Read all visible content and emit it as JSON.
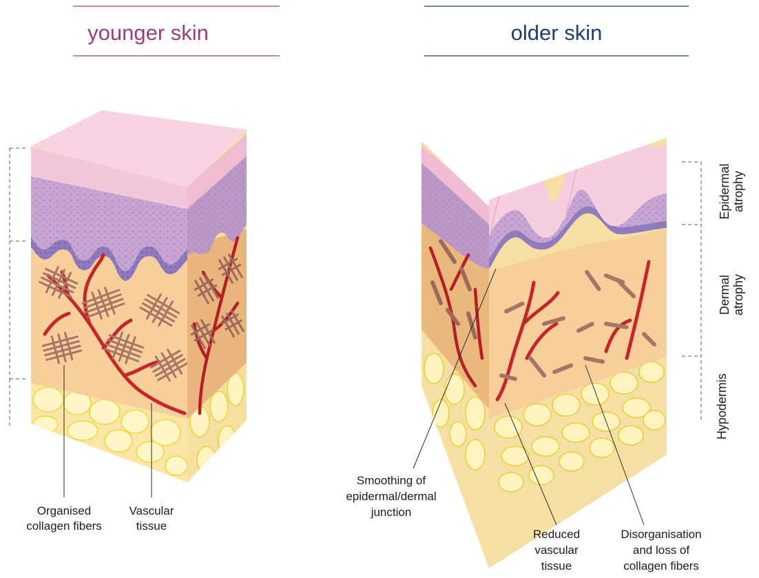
{
  "panels": {
    "younger": {
      "title": "younger skin",
      "color": "#9b3d83"
    },
    "older": {
      "title": "older skin",
      "color": "#1d3f6e"
    }
  },
  "labels": {
    "organised_collagen": [
      "Organised",
      "collagen fibers"
    ],
    "vascular_tissue": [
      "Vascular",
      "tissue"
    ],
    "smoothing_junction": [
      "Smoothing of",
      "epidermal/dermal",
      "junction"
    ],
    "reduced_vascular": [
      "Reduced",
      "vascular",
      "tissue"
    ],
    "disorganisation": [
      "Disorganisation",
      "and loss of",
      "collagen fibers"
    ]
  },
  "side_labels": {
    "epidermal_atrophy": [
      "Epidermal",
      "atrophy"
    ],
    "dermal_atrophy": [
      "Dermal",
      "atrophy"
    ],
    "hypodermis": [
      "Hypodermis"
    ]
  },
  "colors": {
    "epidermis_top": "#f7cde0",
    "epidermis_layer": "#c8a6d3",
    "basal_layer": "#9a85c2",
    "dermis": "#f6cf9a",
    "dermis_side": "#e9b57c",
    "fat": "#fbe6a8",
    "fat_cell": "#fff5c4",
    "fat_outline": "#f1dc3c",
    "vessel": "#c5262b",
    "collagen": "#b07f72"
  }
}
